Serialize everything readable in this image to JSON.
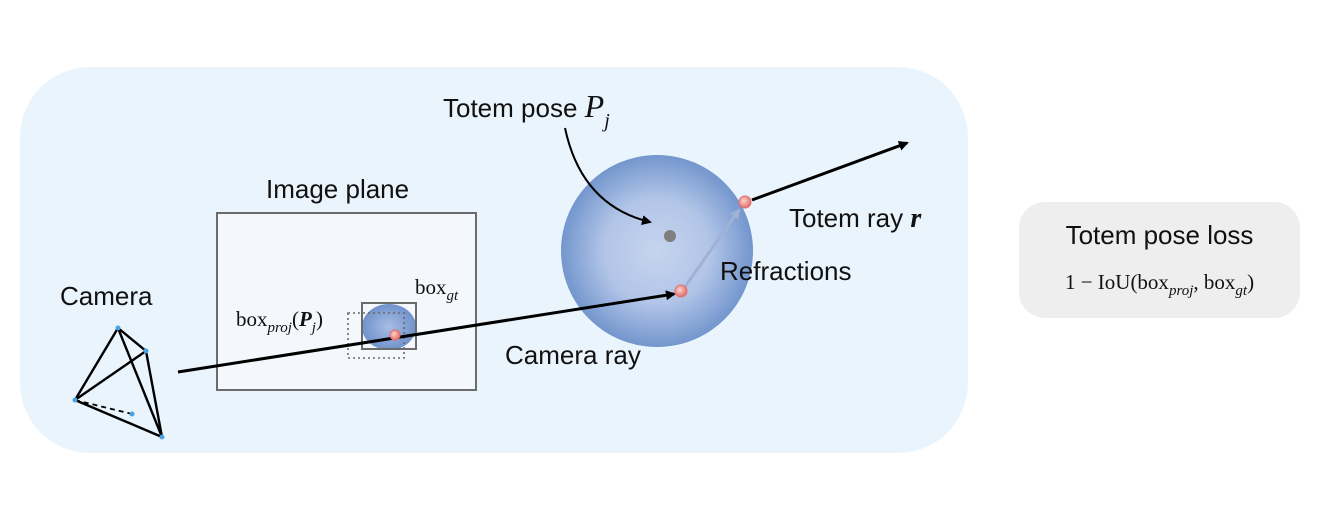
{
  "labels": {
    "totem_pose": "Totem pose",
    "totem_pose_symbol": "P",
    "totem_pose_subscript": "j",
    "image_plane": "Image plane",
    "camera": "Camera",
    "box_gt_base": "box",
    "box_gt_subscript": "gt",
    "box_proj_base": "box",
    "box_proj_subscript": "proj",
    "box_proj_arg_open": "(",
    "box_proj_arg_symbol": "P",
    "box_proj_arg_subscript": "j",
    "box_proj_arg_close": ")",
    "totem_ray": "Totem ray",
    "totem_ray_symbol": "r",
    "refractions": "Refractions",
    "camera_ray": "Camera ray"
  },
  "loss": {
    "title": "Totem pose loss",
    "formula_prefix": "1 − IoU(box",
    "formula_sub1": "proj",
    "formula_mid": ", box",
    "formula_sub2": "gt",
    "formula_suffix": ")"
  },
  "colors": {
    "panel_bg": "#eaf4fd",
    "loss_bg": "#eeeeee",
    "sphere_center": "#b8c9e8",
    "sphere_edge": "#7a9bd0",
    "refraction_point": "#e87a76",
    "center_dot": "#7f7f7f",
    "inner_ray": "#9fb2d6"
  }
}
